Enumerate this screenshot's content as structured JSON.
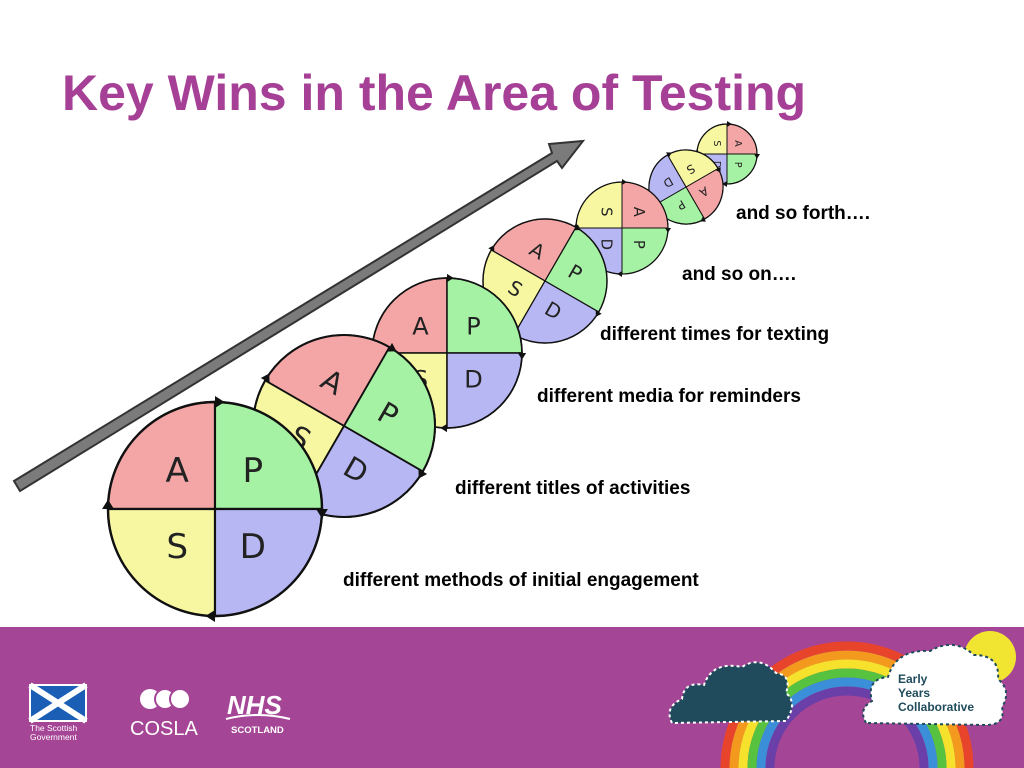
{
  "title": "Key Wins in the Area of Testing",
  "cycle_letters": [
    "A",
    "P",
    "S",
    "D"
  ],
  "labels": [
    "and so forth….",
    "and so on….",
    "different times for texting",
    "different media for reminders",
    "different titles of activities",
    "different methods of initial engagement"
  ],
  "colors": {
    "title": "#a63f96",
    "footer": "#a54596",
    "act": "#f4a6a6",
    "plan": "#a6f2a4",
    "study": "#f7f7a2",
    "do": "#b6b7f3",
    "arrow": "#7b7b7b"
  },
  "logos": {
    "scottish_government": [
      "The Scottish",
      "Government"
    ],
    "cosla": "COSLA",
    "nhs": "NHS",
    "nhs_region": "SCOTLAND",
    "early_years": [
      "Early",
      "Years",
      "Collaborative"
    ]
  }
}
